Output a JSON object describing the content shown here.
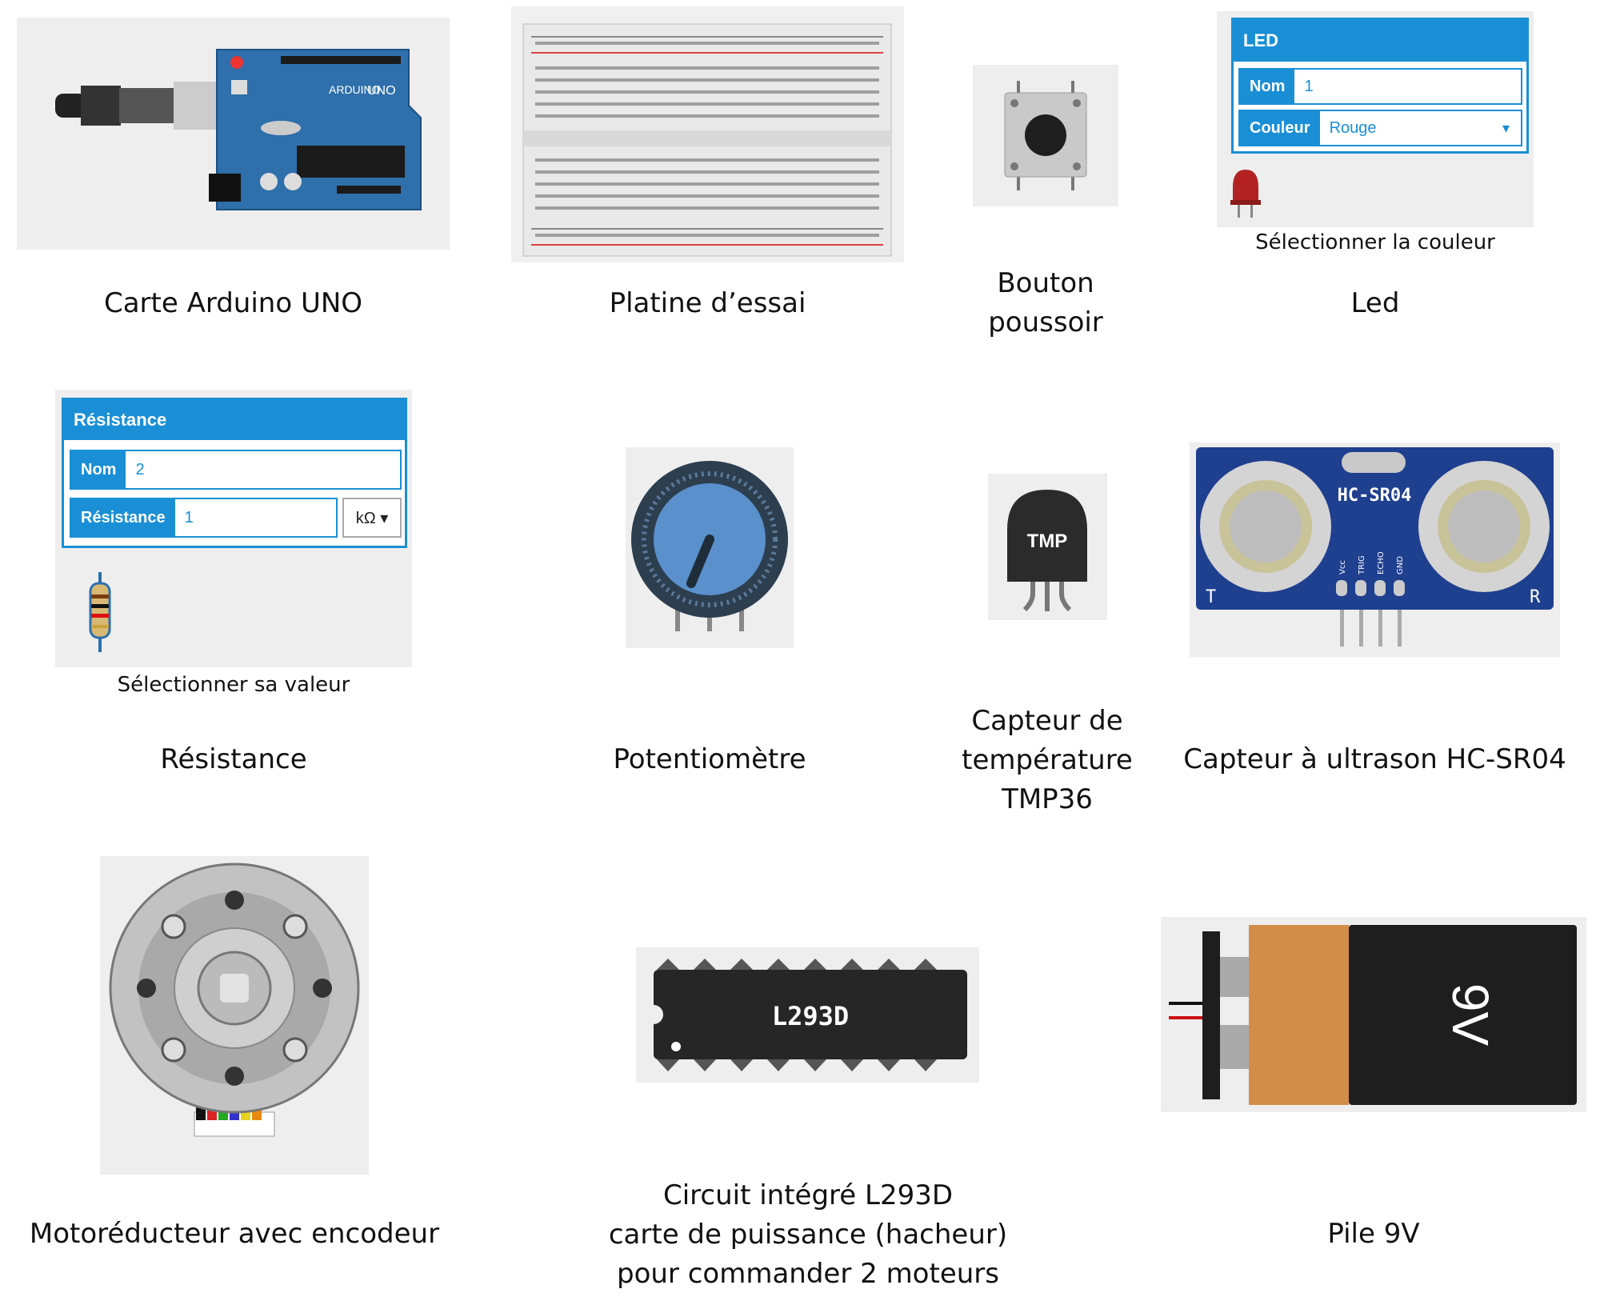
{
  "components": {
    "arduino": {
      "caption": "Carte Arduino UNO",
      "board_text": "UNO",
      "brand_text": "ARDUINO"
    },
    "breadboard": {
      "caption": "Platine d’essai"
    },
    "button": {
      "caption_line1": "Bouton",
      "caption_line2": "poussoir"
    },
    "led": {
      "caption": "Led",
      "sub_caption": "Sélectionner la couleur",
      "panel": {
        "title": "LED",
        "name_label": "Nom",
        "name_value": "1",
        "color_label": "Couleur",
        "color_value": "Rouge"
      }
    },
    "resistor": {
      "caption": "Résistance",
      "sub_caption": "Sélectionner sa valeur",
      "panel": {
        "title": "Résistance",
        "name_label": "Nom",
        "name_value": "2",
        "value_label": "Résistance",
        "value_value": "1",
        "unit_value": "kΩ ▾"
      }
    },
    "potentiometer": {
      "caption": "Potentiomètre"
    },
    "temperature_sensor": {
      "caption_line1": "Capteur de",
      "caption_line2": "température",
      "caption_line3": "TMP36",
      "chip_text": "TMP"
    },
    "ultrasonic": {
      "caption": "Capteur à ultrason HC-SR04",
      "chip_text": "HC-SR04",
      "left_mark": "T",
      "right_mark": "R",
      "pin_labels": [
        "Vcc",
        "TRIG",
        "ECHO",
        "GND"
      ]
    },
    "motor": {
      "caption": "Motoréducteur avec encodeur"
    },
    "ic": {
      "caption_line1": "Circuit intégré L293D",
      "caption_line2": "carte de puissance (hacheur)",
      "caption_line3": "pour commander 2 moteurs",
      "chip_text": "L293D"
    },
    "battery": {
      "caption": "Pile 9V",
      "label": "9V"
    }
  },
  "colors": {
    "panel_blue": "#1a8fd6",
    "arduino_blue": "#2f6fab",
    "battery_copper": "#d38d4b",
    "battery_black": "#1e1e1e"
  },
  "icons": [
    "usb-cable-icon",
    "arduino-board-icon",
    "breadboard-icon",
    "push-button-icon",
    "led-icon",
    "resistor-icon",
    "potentiometer-icon",
    "tmp36-icon",
    "hc-sr04-icon",
    "gear-motor-icon",
    "ic-chip-icon",
    "battery-icon"
  ]
}
